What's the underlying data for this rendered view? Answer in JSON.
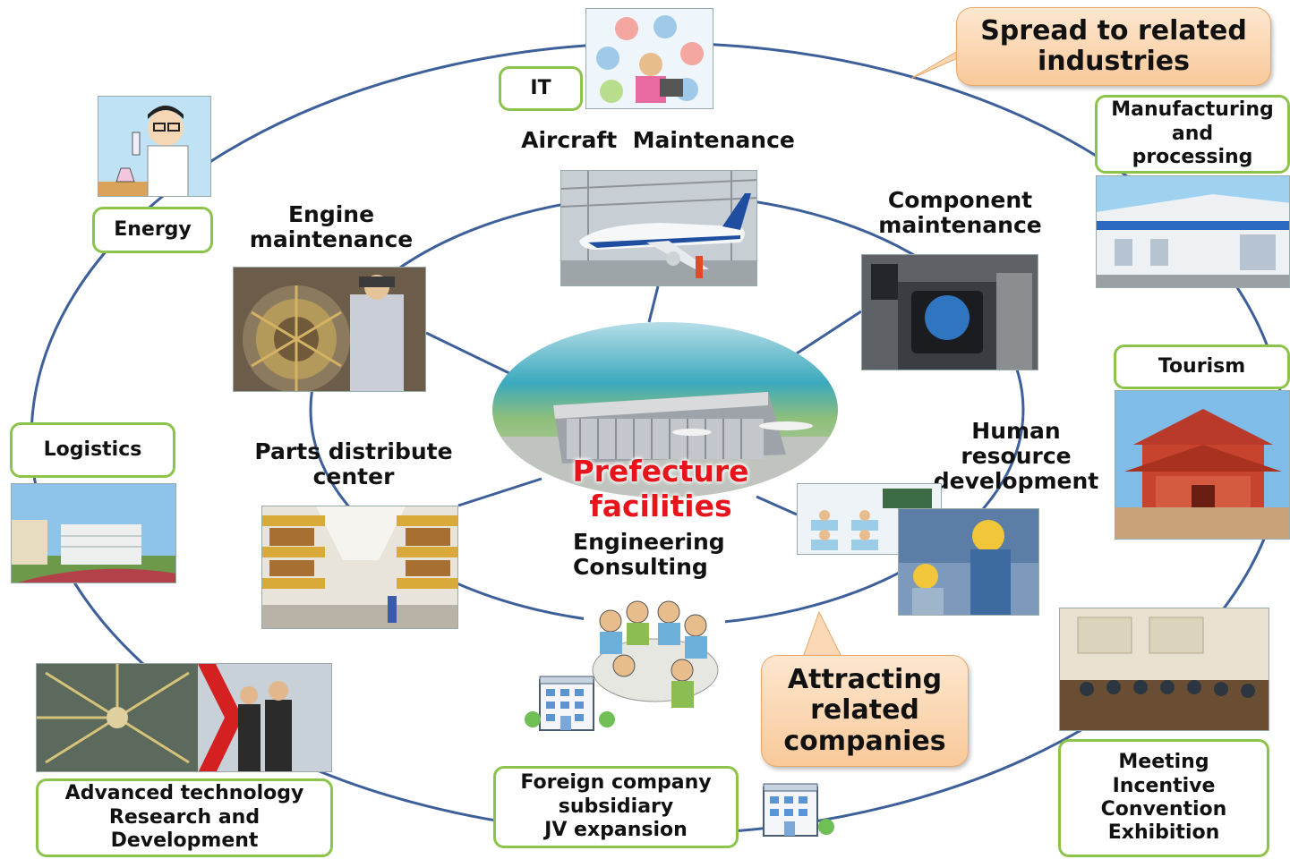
{
  "center": {
    "label": "Prefecture\nfacilities",
    "label_color": "#e8141b"
  },
  "callouts": {
    "spread": "Spread to related\nindustries",
    "attract": "Attracting\nrelated\ncompanies"
  },
  "inner": {
    "aircraft": "Aircraft  Maintenance",
    "engine": "Engine\nmaintenance",
    "component": "Component\nmaintenance",
    "parts": "Parts distribute\ncenter",
    "human": "Human\nresource\ndevelopment",
    "engineering": "Engineering\nConsulting"
  },
  "outer": {
    "it": "IT",
    "energy": "Energy",
    "logistics": "Logistics",
    "advanced": "Advanced technology\nResearch and\nDevelopment",
    "foreign": "Foreign company\nsubsidiary\nJV expansion",
    "mice": "Meeting\nIncentive\nConvention\nExhibition",
    "tourism": "Tourism",
    "manufacturing": "Manufacturing\nand\nprocessing"
  },
  "colors": {
    "ring": "#3d5f9a",
    "box_border": "#8cc34a",
    "callout_fill": "#f9c99a",
    "center_text": "#e8141b"
  }
}
